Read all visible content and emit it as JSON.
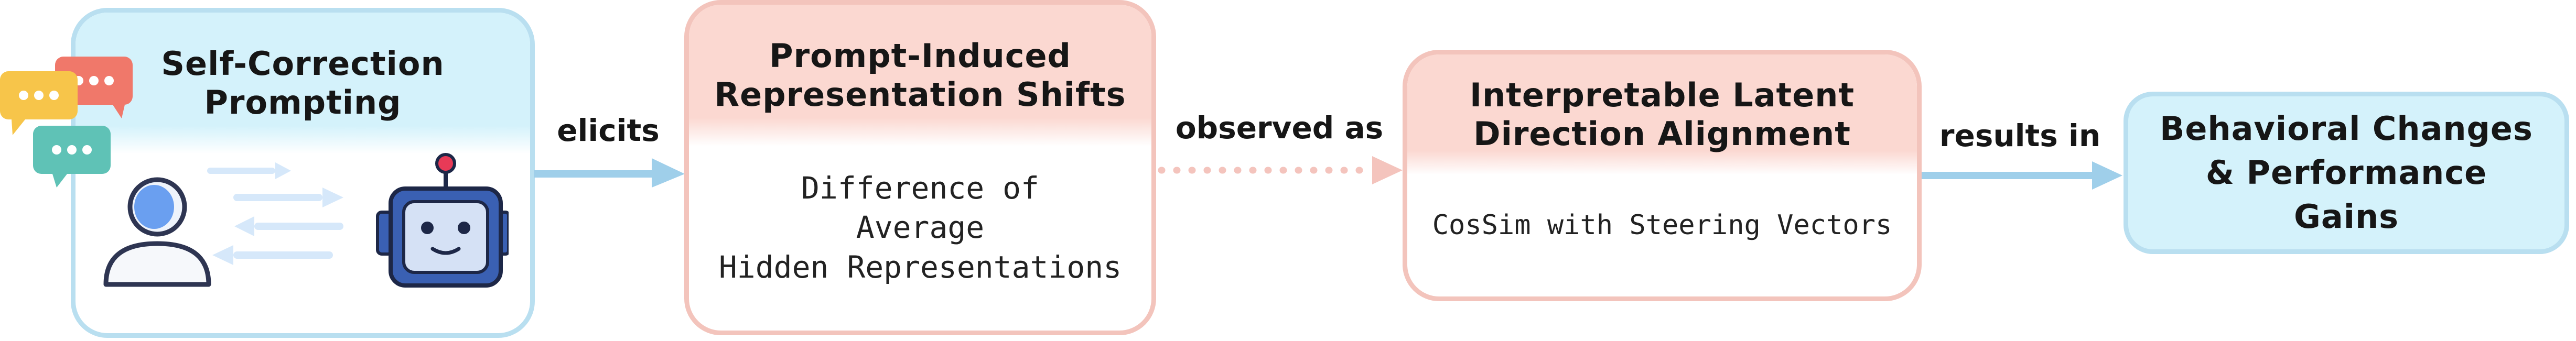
{
  "nodes": {
    "self_correction": {
      "title": "Self-Correction Prompting"
    },
    "rep_shifts": {
      "title": "Prompt-Induced Representation Shifts",
      "body": "Difference of\nAverage\nHidden Representations"
    },
    "alignment": {
      "title": "Interpretable Latent Direction Alignment",
      "body": "CosSim with Steering Vectors"
    },
    "outcome": {
      "title": "Behavioral Changes & Performance Gains"
    }
  },
  "edges": {
    "elicits": "elicits",
    "observed_as": "observed as",
    "results_in": "results in"
  },
  "colors": {
    "blue_border": "#b9dff0",
    "blue_fill": "#d4f2fb",
    "red_border": "#f3c4bc",
    "red_fill": "#fbd8d1",
    "arrow_blue": "#9fcfea",
    "arrow_pink": "#f4c4bd",
    "bubble_red": "#f0786a",
    "bubble_yellow": "#f7c54a",
    "bubble_teal": "#5fc2b6",
    "robot_blue": "#3a60b3",
    "robot_face": "#d5e1f5"
  },
  "icons": [
    "chat-bubble-icon",
    "user-icon",
    "exchange-arrows-icon",
    "robot-icon"
  ]
}
